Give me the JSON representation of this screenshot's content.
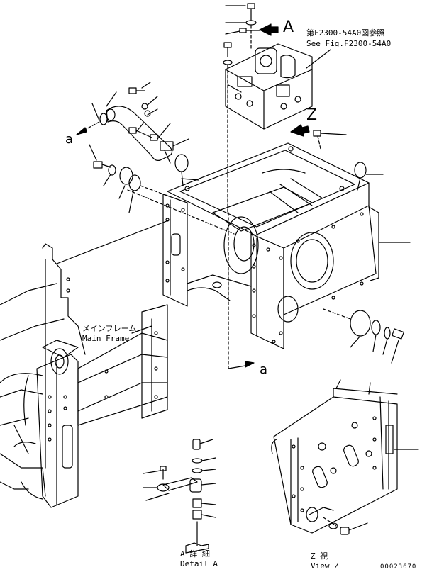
{
  "callouts": {
    "view_a_letter": "A",
    "view_z_letter": "Z",
    "arrow_a_left": "a",
    "arrow_a_bottom": "a"
  },
  "reference": {
    "jp": "第F2300-54A0図参照",
    "en": "See Fig.F2300-54A0"
  },
  "main_frame": {
    "jp": "メインフレーム",
    "en": "Main Frame"
  },
  "detail_a": {
    "jp": "A 詳 細",
    "en": "Detail A"
  },
  "view_z": {
    "jp": "Z 視",
    "en": "View Z"
  },
  "drawing_number": "00023670"
}
